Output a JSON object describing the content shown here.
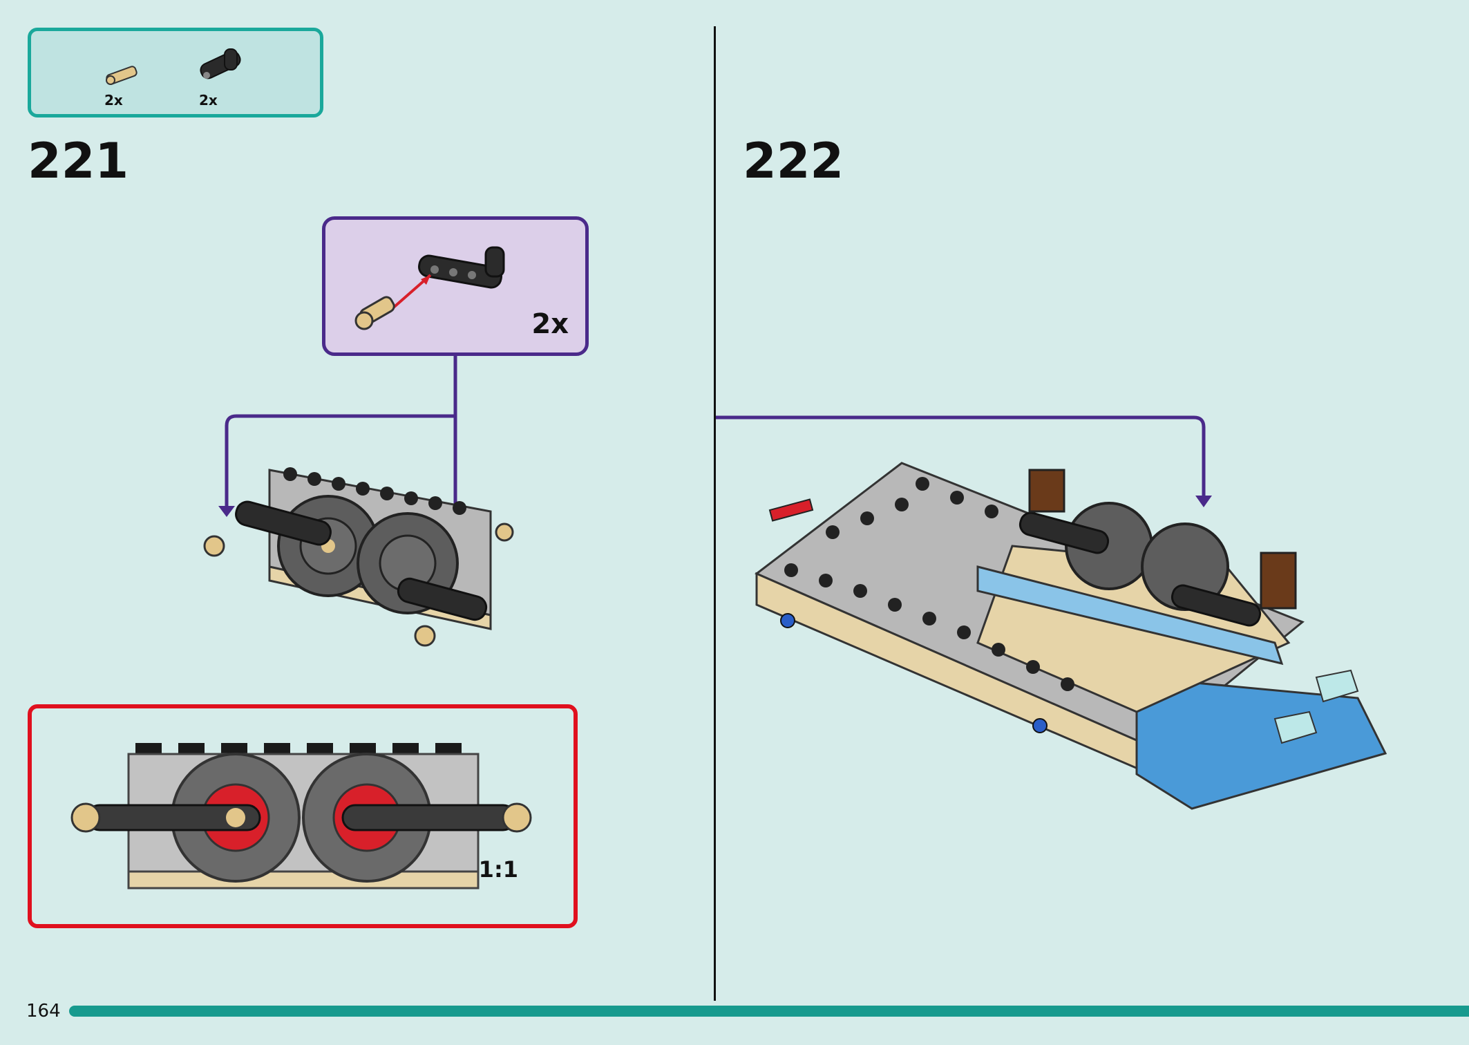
{
  "parts_box": {
    "items": [
      {
        "icon": "tan-axle-pin-icon",
        "quantity": "2x"
      },
      {
        "icon": "black-beam-icon",
        "quantity": "2x"
      }
    ]
  },
  "steps": [
    {
      "number": "221",
      "sub_assembly_quantity": "2x",
      "check_ratio": "1:1"
    },
    {
      "number": "222"
    }
  ],
  "footer": {
    "page_number": "164"
  },
  "colors": {
    "background": "#d6ecea",
    "parts_border": "#1aa89b",
    "sub_assembly_border": "#4a2a8a",
    "check_border": "#e0101e",
    "page_bar": "#179a8e"
  }
}
